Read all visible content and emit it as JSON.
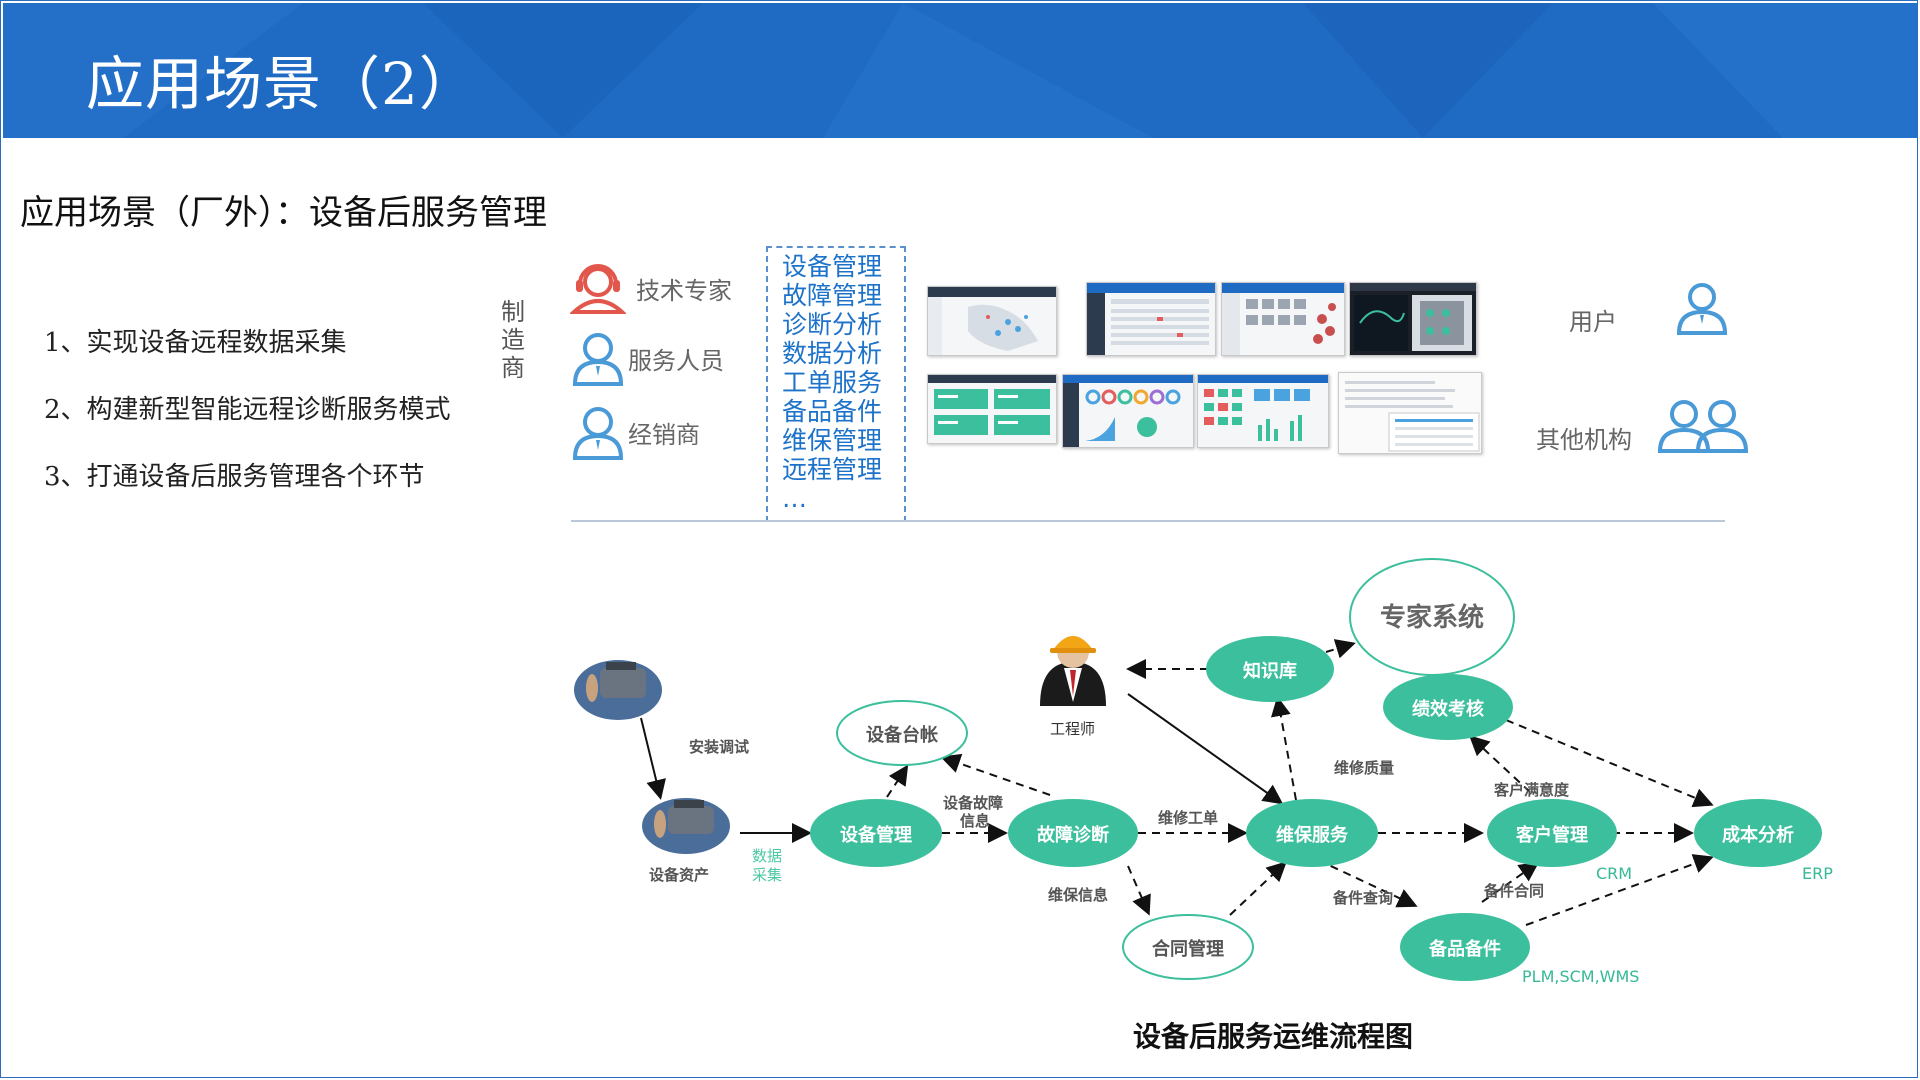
{
  "header": {
    "title": "应用场景（2）"
  },
  "subtitle": "应用场景（厂外）：设备后服务管理",
  "points": [
    "1、实现设备远程数据采集",
    "2、构建新型智能远程诊断服务模式",
    "3、打通设备后服务管理各个环节"
  ],
  "maker_label": "制造商",
  "roles": [
    {
      "label": "技术专家",
      "icon": "headset-expert-icon",
      "color": "#e2574c"
    },
    {
      "label": "服务人员",
      "icon": "user-icon",
      "color": "#4a9ad8"
    },
    {
      "label": "经销商",
      "icon": "user-icon",
      "color": "#4a9ad8"
    }
  ],
  "services": [
    "设备管理",
    "故障管理",
    "诊断分析",
    "数据分析",
    "工单服务",
    "备品备件",
    "维保管理",
    "远程管理",
    "…"
  ],
  "right_roles": [
    {
      "label": "用户",
      "icon": "user-icon"
    },
    {
      "label": "其他机构",
      "icon": "group-icon"
    }
  ],
  "colors": {
    "header": "#1f6bc4",
    "node": "#3cbf9c",
    "node_outline": "#3cbf9c",
    "accent_blue": "#1d72c9",
    "system_text": "#36b996"
  },
  "flow": {
    "nodes": {
      "expert_system": "专家系统",
      "knowledge": "知识库",
      "performance": "绩效考核",
      "ledger": "设备台帐",
      "device_mgmt": "设备管理",
      "fault_diag": "故障诊断",
      "maintenance": "维保服务",
      "customer": "客户管理",
      "cost": "成本分析",
      "contract": "合同管理",
      "spare_parts": "备品备件"
    },
    "labels": {
      "engineer": "工程师",
      "install": "安装调试",
      "asset": "设备资产",
      "data_collect_1": "数据",
      "data_collect_2": "采集",
      "fault_info_1": "设备故障",
      "fault_info_2": "信息",
      "work_order": "维修工单",
      "maint_info": "维保信息",
      "repair_quality": "维修质量",
      "satisfaction": "客户满意度",
      "parts_query": "备件查询",
      "parts_contract": "备件合同"
    },
    "systems": {
      "crm": "CRM",
      "erp": "ERP",
      "plm": "PLM,SCM,WMS"
    }
  },
  "caption": "设备后服务运维流程图"
}
